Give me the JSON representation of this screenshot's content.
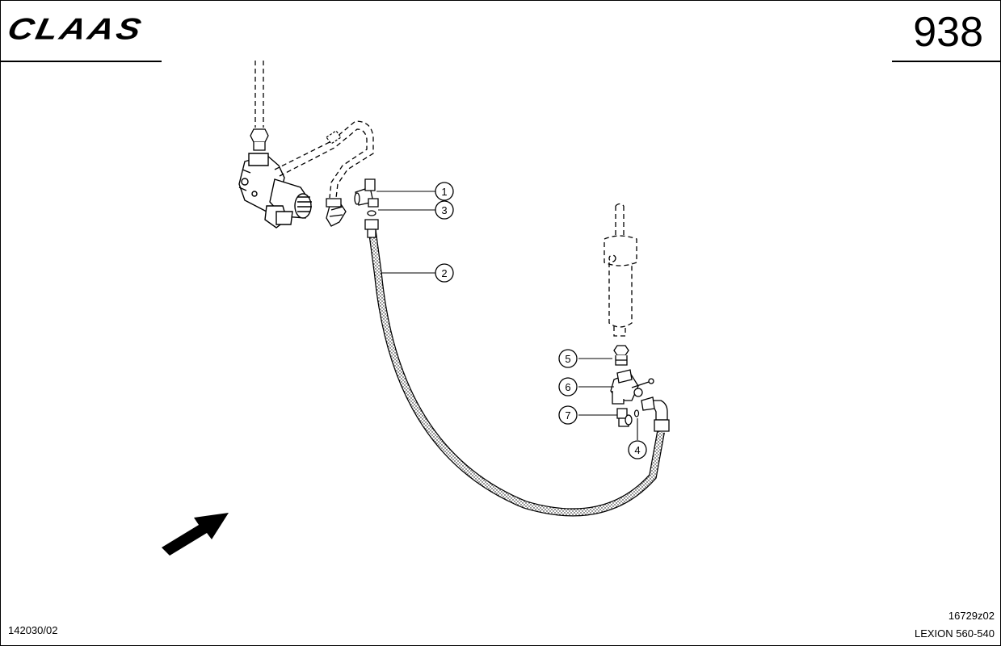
{
  "header": {
    "logo_text": "CLAAS",
    "page_number": "938"
  },
  "footer": {
    "doc_code": "142030/02",
    "drawing_code": "16729z02",
    "model": "LEXION 560-540"
  },
  "callouts": [
    "1",
    "2",
    "3",
    "4",
    "5",
    "6",
    "7"
  ],
  "icons": {
    "direction_arrow": "arrow-up-right-icon"
  }
}
